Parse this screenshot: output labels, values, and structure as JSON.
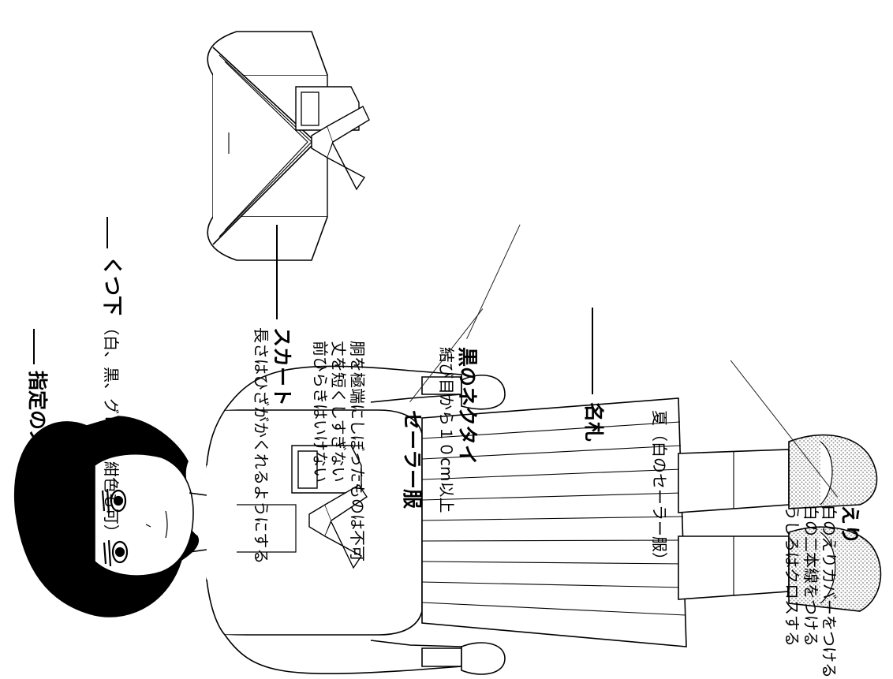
{
  "collar": {
    "title": "えり",
    "lines": [
      "白のえりカバーをつける",
      "白の二本線をつける",
      "うしろはクロスする"
    ]
  },
  "name_tag": {
    "title": "名札"
  },
  "tie": {
    "title": "黒のネクタイ",
    "lines": [
      "結び目から１０cm以上"
    ]
  },
  "sailor_uniform": {
    "title": "セーラー服"
  },
  "summer": {
    "caption": "夏（白のセーラー服）"
  },
  "rules": {
    "lines": [
      "胴を極端にしぼったものは不可",
      "丈を短くしすぎない",
      "前ひらきはいけない"
    ]
  },
  "skirt": {
    "title": "スカート",
    "lines": [
      "長さはひざがかくれるようにする"
    ]
  },
  "socks": {
    "title": "くつ下",
    "detail": "（白、黒、グレー、紺色も可）"
  },
  "slippers": {
    "title": "指定のスリッパ"
  },
  "colors": {
    "ink": "#000000",
    "paper": "#ffffff",
    "halftone": "#b0b0b0"
  }
}
